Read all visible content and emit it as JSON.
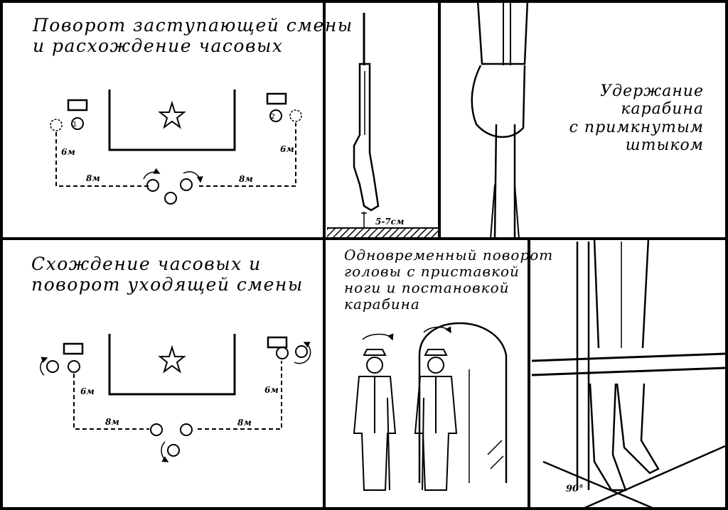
{
  "panels": {
    "p1": {
      "title_lines": [
        "Поворот заступающей смены",
        "и расхождение часовых"
      ]
    },
    "p2": {
      "height_label": "5-7см"
    },
    "p3": {
      "title_lines": [
        "Удержание",
        "карабина",
        "с примкнутым",
        "штыком"
      ]
    },
    "p4": {
      "title_lines": [
        "Схождение часовых и",
        "поворот уходящей смены"
      ]
    },
    "p5": {
      "title_lines": [
        "Одновременный поворот",
        "головы с приставкой",
        "ноги и постановкой",
        "карабина"
      ]
    },
    "p6": {
      "angle_label": "90°"
    }
  },
  "diagram": {
    "dist_side": "6м",
    "dist_bottom": "8м",
    "post_1": "1",
    "post_2": "2",
    "star_icon": "star-icon"
  }
}
